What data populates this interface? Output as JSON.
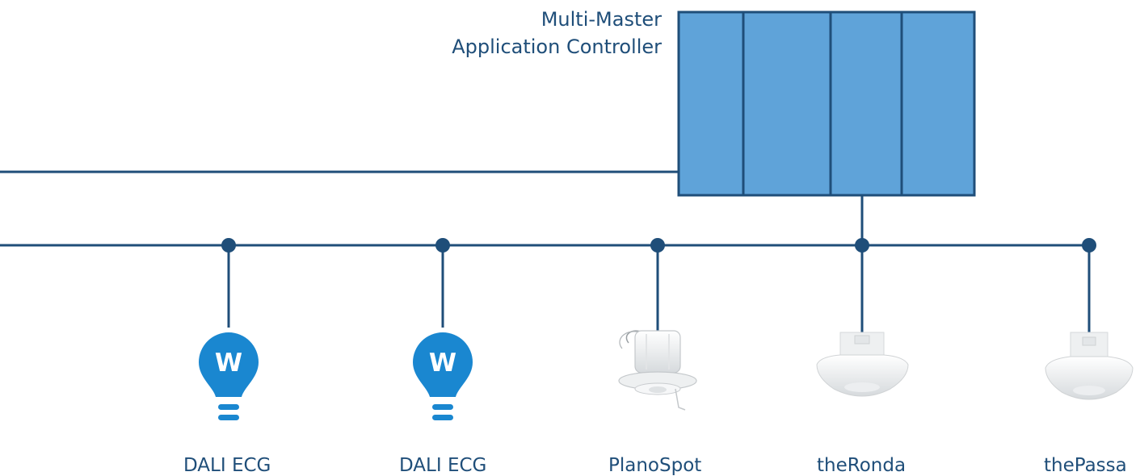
{
  "controller": {
    "title_line1": "Multi-Master",
    "title_line2": "Application Controller"
  },
  "devices": [
    {
      "label": "DALI ECG",
      "icon": "lightbulb-icon"
    },
    {
      "label": "DALI ECG",
      "icon": "lightbulb-icon"
    },
    {
      "label": "PlanoSpot",
      "icon": "ceiling-sensor-icon"
    },
    {
      "label": "theRonda",
      "icon": "presence-detector-icon"
    },
    {
      "label": "thePassa",
      "icon": "presence-detector-icon"
    }
  ],
  "bulb_letter": "W",
  "colors": {
    "line": "#1f4e79",
    "controller_fill": "#5fa3d9",
    "bulb": "#1a87d0",
    "text": "#1f4e79"
  }
}
